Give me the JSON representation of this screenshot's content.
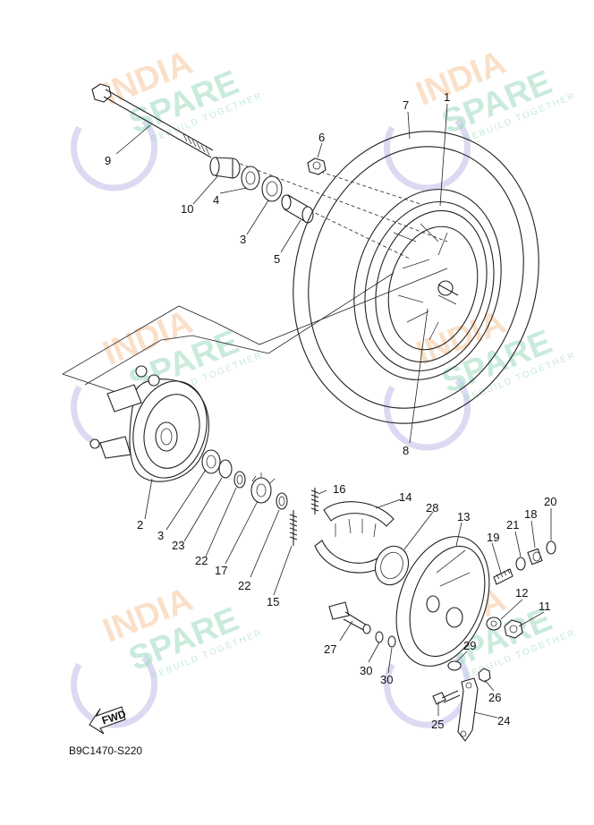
{
  "diagram_code": "B9C1470-S220",
  "fwd_label": "FWD",
  "watermark": {
    "line1": "INDIA",
    "line2": "SPARE",
    "tagline": "REBUILD TOGETHER"
  },
  "callouts": [
    "1",
    "2",
    "3",
    "3",
    "4",
    "5",
    "6",
    "7",
    "8",
    "9",
    "10",
    "11",
    "12",
    "13",
    "14",
    "15",
    "16",
    "17",
    "18",
    "19",
    "20",
    "21",
    "22",
    "22",
    "23",
    "24",
    "25",
    "26",
    "27",
    "28",
    "29",
    "30",
    "30"
  ],
  "colors": {
    "line": "#222222",
    "watermark_orange": "#f6c79d",
    "watermark_green": "#9fdcc0",
    "watermark_purple": "#b9b6e6"
  }
}
